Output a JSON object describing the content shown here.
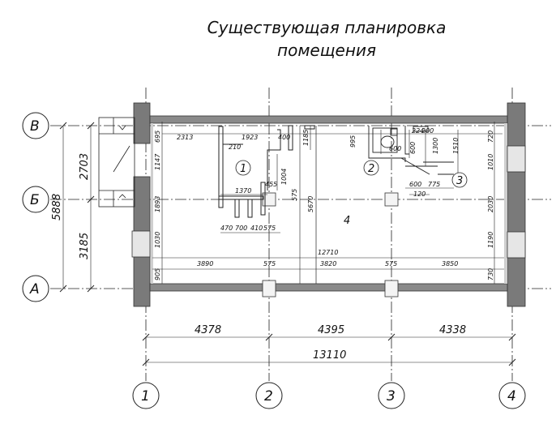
{
  "title": {
    "line1": "Существующая планировка",
    "line2": "помещения"
  },
  "axes": {
    "rows": [
      "В",
      "Б",
      "А"
    ],
    "columns": [
      "1",
      "2",
      "3",
      "4"
    ]
  },
  "rooms": [
    "1",
    "2",
    "3",
    "4"
  ],
  "dimensions": {
    "left_total": "5888",
    "left_upper": "2703",
    "left_lower": "3185",
    "bottom_span_1": "4378",
    "bottom_span_2": "4395",
    "bottom_span_3": "4338",
    "bottom_total": "13110",
    "inner_total": "12710",
    "inner_bottom": [
      "3890",
      "575",
      "3820",
      "575",
      "3850"
    ],
    "top": [
      "2313",
      "1923",
      "400",
      "210"
    ],
    "left_wall_inner": [
      "695",
      "1147",
      "1893",
      "1030",
      "905"
    ],
    "right_wall_inner": [
      "720",
      "1010",
      "2030",
      "1190",
      "730"
    ],
    "room1": [
      "1370",
      "455",
      "1004",
      "575",
      "1185",
      "5670"
    ],
    "room1_bottom": [
      "470",
      "700",
      "410",
      "575"
    ],
    "wc": [
      "995",
      "600",
      "1300",
      "1510",
      "224",
      "200",
      "600",
      "775",
      "120",
      "600"
    ]
  }
}
